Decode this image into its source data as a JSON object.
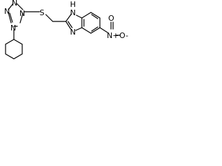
{
  "molecule": {
    "atoms": {
      "tetrazole_n1": "N",
      "tetrazole_n2": "N",
      "tetrazole_n3": "N",
      "tetrazole_n4": "N",
      "thioether_s": "S",
      "imidazole_nh": "H",
      "imidazole_n_upper": "N",
      "imidazole_n_lower": "N",
      "nitro_n": "N+",
      "nitro_o_top": "O",
      "nitro_o_minus": "O-"
    }
  }
}
